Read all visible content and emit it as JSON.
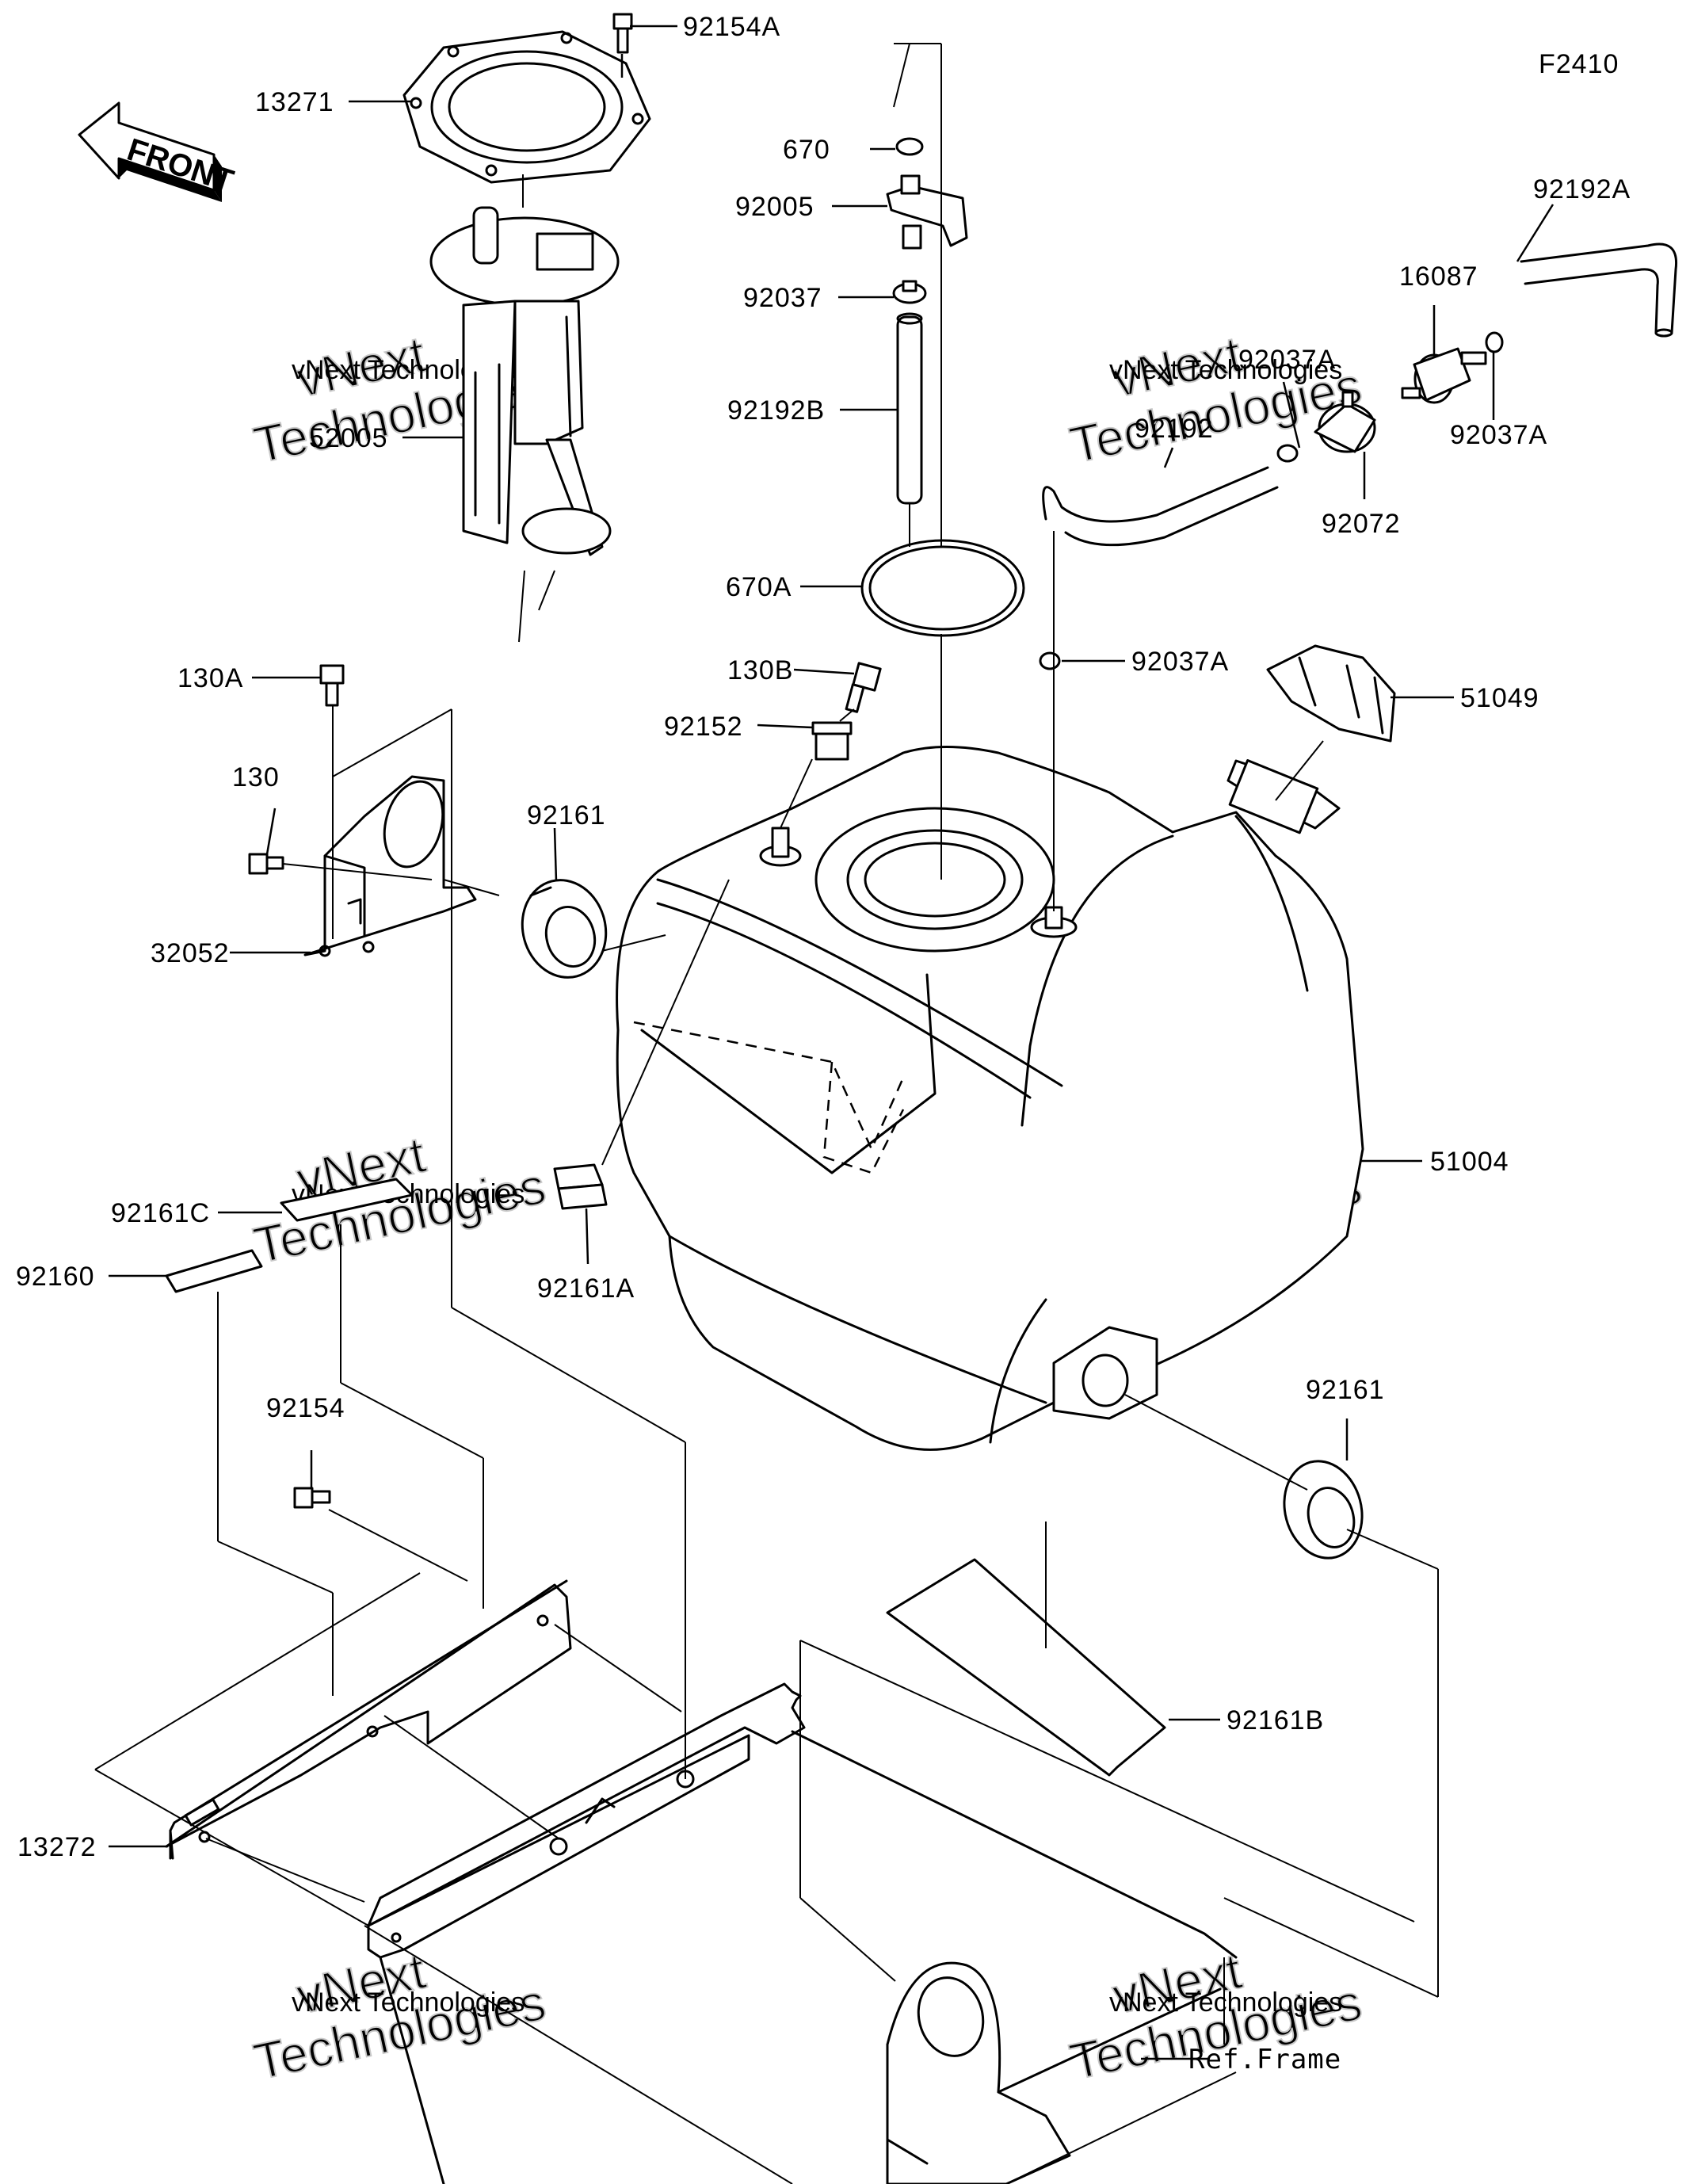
{
  "figure_code": "F2410",
  "front_label": "FRONT",
  "ref_frame_label": "Ref.Frame",
  "watermark": {
    "line1": "vNext Technologies",
    "big_a": "vNext",
    "big_b": "Technologies"
  },
  "labels": {
    "p92154A": "92154A",
    "p13271": "13271",
    "p52005": "52005",
    "p670": "670",
    "p92005": "92005",
    "p92037": "92037",
    "p92192B": "92192B",
    "p670A": "670A",
    "p92192A": "92192A",
    "p16087": "16087",
    "p92037A_1": "92037A",
    "p92192": "92192",
    "p92037A_2": "92037A",
    "p92072": "92072",
    "p92037A_3": "92037A",
    "p51049": "51049",
    "p130A": "130A",
    "p130": "130",
    "p32052": "32052",
    "p130B": "130B",
    "p92152": "92152",
    "p92161_1": "92161",
    "p51004": "51004",
    "p92161C": "92161C",
    "p92160": "92160",
    "p92161A": "92161A",
    "p92161_2": "92161",
    "p92154": "92154",
    "p92161B": "92161B",
    "p13272": "13272"
  }
}
